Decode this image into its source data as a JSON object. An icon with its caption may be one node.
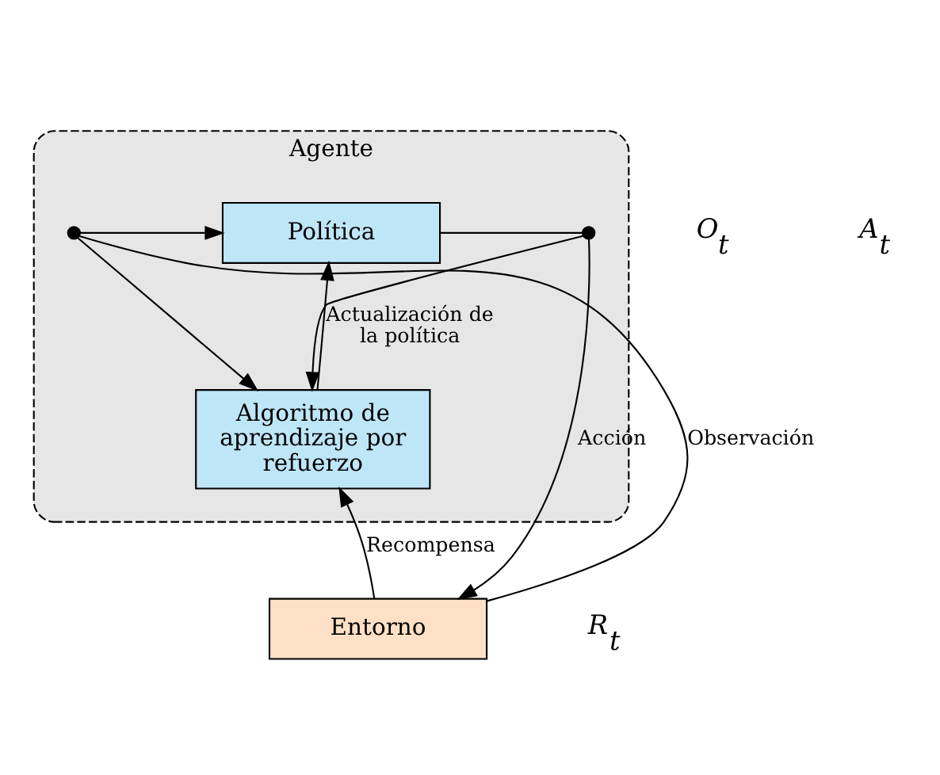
{
  "diagram": {
    "nodes": [
      {
        "text": [
          "Agente"
        ]
      },
      {
        "text": [
          "Política"
        ],
        "in": 0
      },
      {
        "text": [
          "Algoritmo de aprendizaje por refuerzo"
        ],
        "in": 0
      },
      {
        "text": [
          "Entorno"
        ]
      },
      {
        "text": [],
        "shape": "circle",
        "in": 0
      },
      {
        "text": [],
        "shape": "circle",
        "in": 0
      }
    ],
    "edges": [
      {
        "from": 3,
        "to": 4,
        "arrow": "none",
        "label": "Observación"
      },
      {
        "from": 4,
        "to": 1,
        "arrow": "to"
      },
      {
        "from": 4,
        "to": 2,
        "arrow": "to"
      },
      {
        "from": 1,
        "to": 5,
        "arrow": "none"
      },
      {
        "from": 5,
        "to": 2,
        "arrow": "to"
      },
      {
        "from": 5,
        "to": 3,
        "arrow": "to",
        "label": "Acción"
      },
      {
        "from": 2,
        "to": 1,
        "arrow": "to",
        "label": "Actualización de la política"
      },
      {
        "from": 3,
        "to": 2,
        "arrow": "to",
        "label": "Recompensa"
      }
    ],
    "labels": [
      "O$_{t}$",
      "A$_{t}$",
      "R$_{t}$"
    ]
  }
}
